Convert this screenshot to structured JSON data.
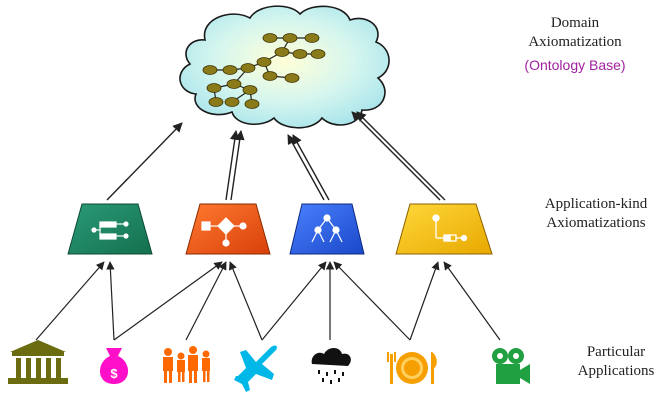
{
  "labels": {
    "domain_line1": "Domain",
    "domain_line2": "Axiomatization",
    "domain_sub": "(Ontology Base)",
    "appkind_line1": "Application-kind",
    "appkind_line2": "Axiomatizations",
    "particular_line1": "Particular",
    "particular_line2": "Applications"
  },
  "colors": {
    "cloud_fill": "#c8f2f2",
    "cloud_stroke": "#1a1a1a",
    "node_fill": "#8a7a1a",
    "trap_green": "#1f8a6a",
    "trap_orange": "#e85a1a",
    "trap_blue": "#2a62e0",
    "trap_yellow": "#f0c010",
    "icon_olive": "#6b6b10",
    "icon_magenta": "#ff10c8",
    "icon_orange": "#ff6a00",
    "icon_cyan": "#00b8e8",
    "icon_black": "#111111",
    "icon_gold": "#f5a000",
    "icon_green": "#20a040",
    "arrow": "#222222",
    "subtitle": "#a020a0"
  },
  "icons": [
    "bank-icon",
    "money-bag-icon",
    "family-icon",
    "airplane-icon",
    "rain-cloud-icon",
    "dining-icon",
    "projector-icon"
  ],
  "app_kinds": [
    "green-application-kind",
    "orange-application-kind",
    "blue-application-kind",
    "yellow-application-kind"
  ]
}
